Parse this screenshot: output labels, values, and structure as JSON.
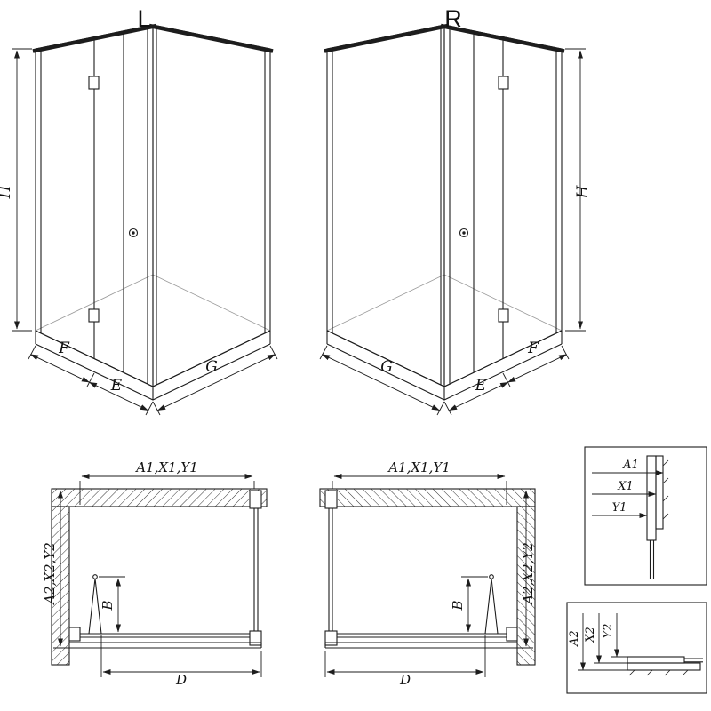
{
  "drawing": {
    "perspective_views": {
      "left": {
        "variant": "L",
        "height_dim": "H",
        "fixed_panel_dim": "F",
        "entry_dim": "E",
        "side_panel_dim": "G"
      },
      "right": {
        "variant": "R",
        "height_dim": "H",
        "fixed_panel_dim": "F",
        "entry_dim": "E",
        "side_panel_dim": "G"
      }
    },
    "plan_views": {
      "left": {
        "top_width_dim": "A1,X1,Y1",
        "depth_dim": "A2,X2,Y2",
        "door_projection_dim": "B",
        "bottom_width_dim": "D"
      },
      "right": {
        "top_width_dim": "A1,X1,Y1",
        "depth_dim": "A2,X2,Y2",
        "door_projection_dim": "B",
        "bottom_width_dim": "D"
      }
    },
    "detail_views": {
      "width_profile": {
        "dims": [
          "A1",
          "X1",
          "Y1"
        ]
      },
      "depth_profile": {
        "dims": [
          "A2",
          "X2",
          "Y2"
        ]
      }
    },
    "colors": {
      "line": "#1d1d1d",
      "background": "#ffffff"
    }
  }
}
